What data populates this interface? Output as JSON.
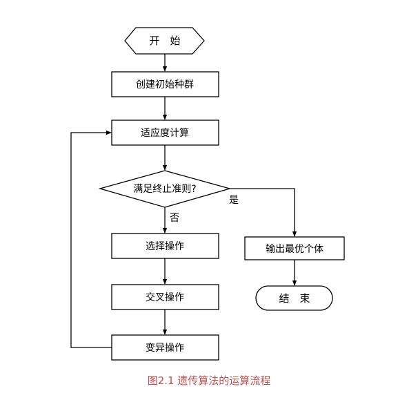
{
  "flowchart": {
    "start": "开　始",
    "init_population": "创建初始种群",
    "fitness_calc": "适应度计算",
    "decision": "满足终止准则?",
    "yes_label": "是",
    "no_label": "否",
    "output_best": "输出最优个体",
    "end": "结　束",
    "selection": "选择操作",
    "crossover": "交叉操作",
    "mutation": "变异操作"
  },
  "caption": "图2.1 遗传算法的运算流程",
  "colors": {
    "stroke": "#000000",
    "fill": "#ffffff",
    "caption": "#c0504d"
  }
}
